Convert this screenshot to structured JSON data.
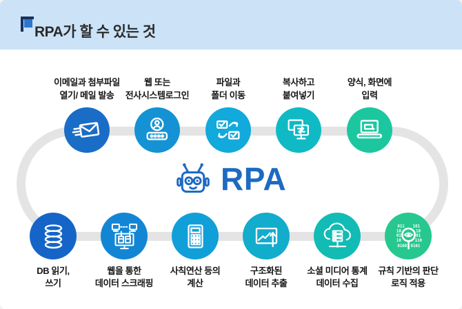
{
  "header": {
    "title": "RPA가 할 수 있는 것",
    "bg_color": "#cbe2f7",
    "mark_navy": "#16325c",
    "mark_blue": "#2e77cd"
  },
  "track_color": "#e4e4e4",
  "center": {
    "label": "RPA",
    "color": "#1d6ac1",
    "robot_icon": "robot-head-icon"
  },
  "top_row": {
    "items": [
      {
        "label": "이메일과 첨부파일\n열기/ 메일 발송",
        "icon": "send-mail-icon",
        "color": "#1a6dc6"
      },
      {
        "label": "웹 또는\n전사시스템로그인",
        "icon": "system-login-icon",
        "color": "#1492d4"
      },
      {
        "label": "파일과\n폴더 이동",
        "icon": "file-folder-move-icon",
        "color": "#12a9dc"
      },
      {
        "label": "복사하고\n붙여넣기",
        "icon": "copy-paste-icon",
        "color": "#10bac4"
      },
      {
        "label": "양식, 화면에\n입력",
        "icon": "form-input-icon",
        "color": "#1cc7a0"
      }
    ]
  },
  "bottom_row": {
    "items": [
      {
        "label": "DB 읽기,\n쓰기",
        "icon": "database-icon",
        "color": "#1565c8"
      },
      {
        "label": "웹을 통한\n데이터 스크래핑",
        "icon": "web-scraping-icon",
        "color": "#1286d4"
      },
      {
        "label": "사칙연산 등의\n계산",
        "icon": "calculator-icon",
        "color": "#119fd9"
      },
      {
        "label": "구조화된\n데이터 추출",
        "icon": "data-extract-icon",
        "color": "#12accc"
      },
      {
        "label": "소셜 미디어 통계\n데이터 수집",
        "icon": "cloud-stats-icon",
        "color": "#12bcb4"
      },
      {
        "label": "규칙 기반의 판단\n로직 적용",
        "icon": "rule-logic-icon",
        "color": "#27c88f"
      }
    ]
  }
}
